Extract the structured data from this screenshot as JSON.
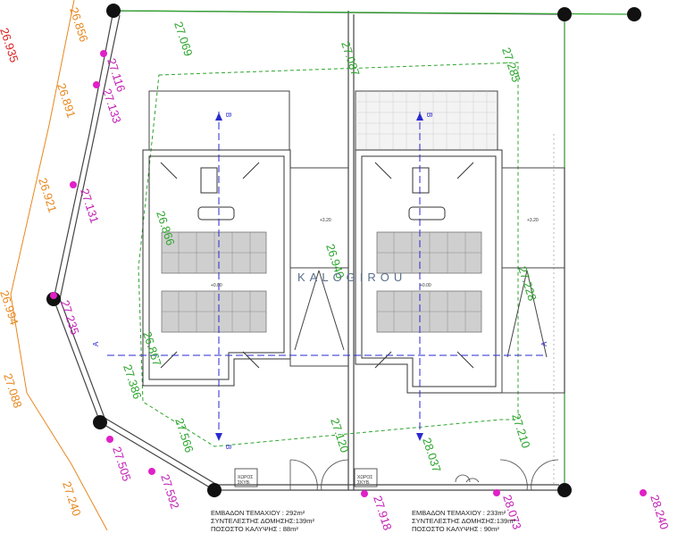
{
  "watermark": "KALOGIROU",
  "plot_left": {
    "area": "ΕΜΒΑΔΟΝ ΤΕΜΑΧΙΟΥ : 292m²",
    "coef": "ΣΥΝΤΕΛΕΣΤΗΣ ΔΟΜΗΣΗΣ:139m²",
    "coverage": "ΠΟΣΟΣΤΟ ΚΑΛΥΨΗΣ : 88m²"
  },
  "plot_right": {
    "area": "ΕΜΒΑΔΟΝ ΤΕΜΑΧΙΟΥ : 233m²",
    "coef": "ΣΥΝΤΕΛΕΣΤΗΣ ΔΟΜΗΣΗΣ:139m²",
    "coverage": "ΠΟΣΟΣΤΟ ΚΑΛΥΨΗΣ : 90m²"
  },
  "storage_label_1": "ΧΩΡΟΣ",
  "storage_label_2": "ΣΚΥΒ.",
  "section_marks": {
    "a": "A",
    "b": "B"
  },
  "level_labels": {
    "l1": "+3.20",
    "l2": "+0.00",
    "l3": "+3.20",
    "l4": "+0.00"
  },
  "levels": [
    {
      "text": "26.856",
      "color": "#e8871e"
    },
    {
      "text": "26.935",
      "color": "#d82020"
    },
    {
      "text": "27.069",
      "color": "#2ea52e"
    },
    {
      "text": "27.087",
      "color": "#2ea52e"
    },
    {
      "text": "27.285",
      "color": "#2ea52e"
    },
    {
      "text": "27.116",
      "color": "#c21fb5"
    },
    {
      "text": "27.133",
      "color": "#c21fb5"
    },
    {
      "text": "26.891",
      "color": "#e8871e"
    },
    {
      "text": "26.921",
      "color": "#e8871e"
    },
    {
      "text": "27.131",
      "color": "#c21fb5"
    },
    {
      "text": "26.866",
      "color": "#2ea52e"
    },
    {
      "text": "26.940",
      "color": "#2ea52e"
    },
    {
      "text": "27.228",
      "color": "#2ea52e"
    },
    {
      "text": "26.994",
      "color": "#e8871e"
    },
    {
      "text": "27.235",
      "color": "#c21fb5"
    },
    {
      "text": "26.867",
      "color": "#2ea52e"
    },
    {
      "text": "27.386",
      "color": "#2ea52e"
    },
    {
      "text": "27.088",
      "color": "#e8871e"
    },
    {
      "text": "27.566",
      "color": "#2ea52e"
    },
    {
      "text": "27.120",
      "color": "#2ea52e"
    },
    {
      "text": "28.037",
      "color": "#2ea52e"
    },
    {
      "text": "27.210",
      "color": "#2ea52e"
    },
    {
      "text": "27.505",
      "color": "#c21fb5"
    },
    {
      "text": "27.592",
      "color": "#c21fb5"
    },
    {
      "text": "27.240",
      "color": "#e8871e"
    },
    {
      "text": "27.918",
      "color": "#c21fb5"
    },
    {
      "text": "28.073",
      "color": "#c21fb5"
    },
    {
      "text": "28.240",
      "color": "#c21fb5"
    }
  ]
}
